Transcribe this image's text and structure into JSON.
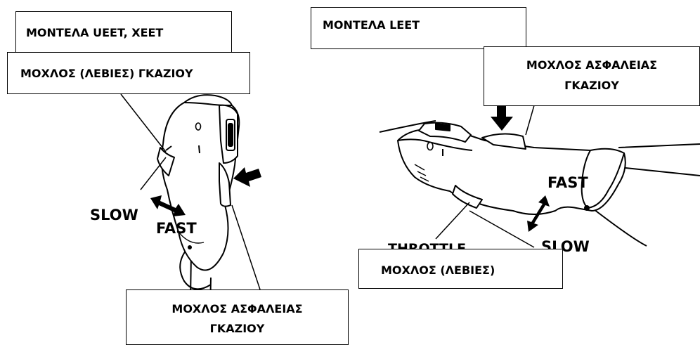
{
  "left_figure": {
    "model_label": "ΜΟΝΤΕΛΑ UEET, XEET",
    "throttle_lever_label": "ΜΟΧΛΟΣ (ΛΕΒΙΕΣ) ΓΚΑΖΙΟΥ",
    "slow_label": "SLOW",
    "fast_label": "FAST",
    "safety_lever_label_line1": "ΜΟΧΛΟΣ ΑΣΦΑΛΕΙΑΣ",
    "safety_lever_label_line2": "ΓΚΑΖΙΟΥ"
  },
  "right_figure": {
    "model_label": "ΜΟΝΤΕΛΑ LEET",
    "safety_lever_label_line1": "ΜΟΧΛΟΣ ΑΣΦΑΛΕΙΑΣ",
    "safety_lever_label_line2": "ΓΚΑΖΙΟΥ",
    "fast_label": "FAST",
    "slow_label": "SLOW",
    "throttle_lever_label": "ΜΟΧΛΟΣ (ΛΕΒΙΕΣ)",
    "covered_text_fragment": "THROTTLE"
  }
}
